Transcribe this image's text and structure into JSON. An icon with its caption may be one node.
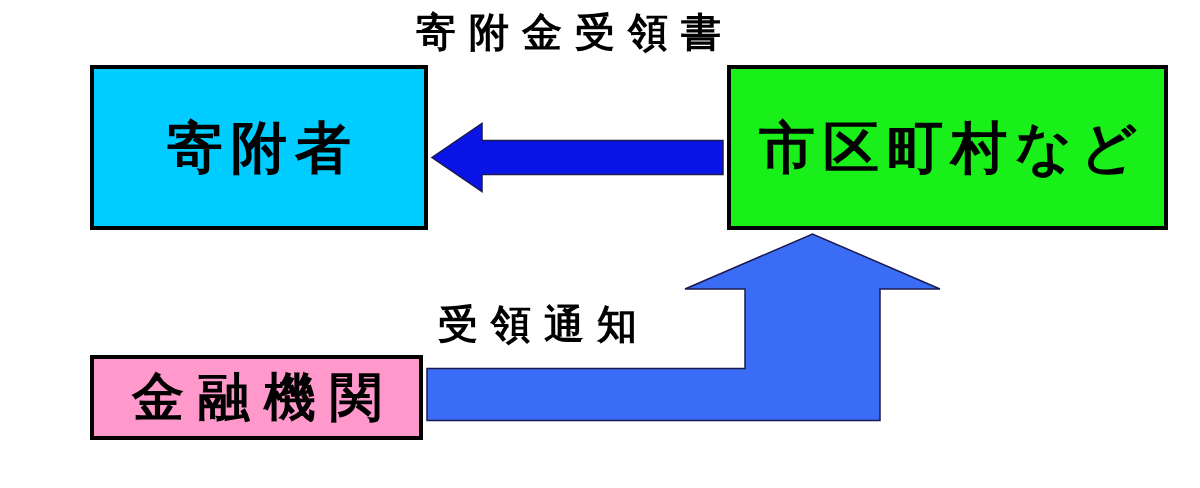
{
  "diagram": {
    "nodes": [
      {
        "text": [
          "寄附者"
        ]
      },
      {
        "text": [
          "市区町村など"
        ]
      },
      {
        "text": [
          "金融機関"
        ]
      }
    ],
    "edges": [
      {
        "from": 1,
        "to": 0,
        "arrow": "to",
        "label": "寄附金受領書",
        "color": "#0a14e6"
      },
      {
        "from": 2,
        "to": 1,
        "arrow": "to",
        "label": "受領通知",
        "color": "#3b6cf5"
      }
    ]
  }
}
